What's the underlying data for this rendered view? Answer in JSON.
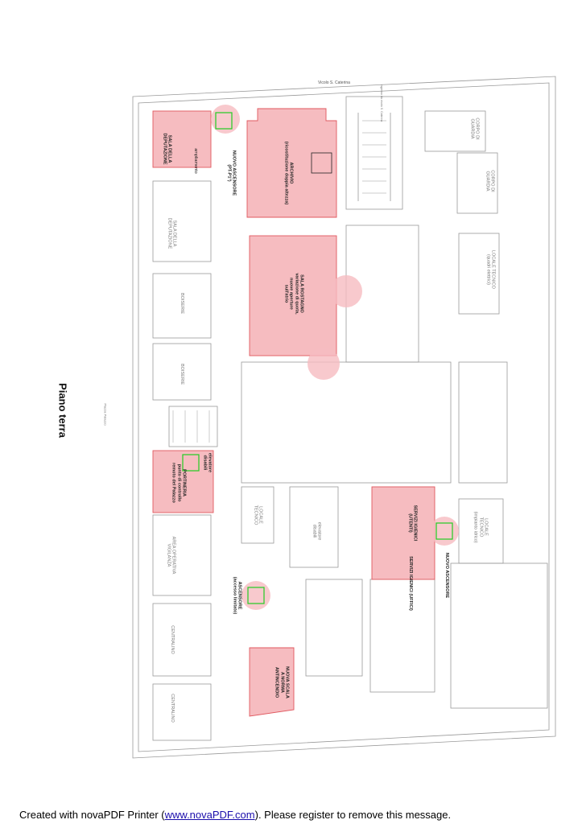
{
  "title": "Piano terra",
  "streets": {
    "top": "Vicolo S. Caterina",
    "left": "Piazza Palazzo",
    "entrance": "Ingresso da vicolo S. Caterina"
  },
  "colors": {
    "intervention_fill": "#f6bcc0",
    "intervention_stroke": "#e0585f",
    "elevator": "#22cc22",
    "wall": "#888888"
  },
  "rooms": {
    "sala_deputazione_1": "SALA DELLA\nDEPUTAZIONE",
    "ampliamento": "ampliamento",
    "nuovo_ascensore_1": "NUOVO ASCENSORE\n(PT-P1°)",
    "archivio": "ARCHIVIO\n(ricostituzione doppia altezza)",
    "sala_deputazione_2": "SALA DELLA\nDEPUTAZIONE",
    "boiserie_1": "BOISERIE",
    "boiserie_2": "BOISERIE",
    "sala_rostagno": "SALA ROSTAGNO\nvariazione di quota,\nnuove aperture\nsull'atrio",
    "corpo_guardia_1": "CORPO DI\nGUARDIA",
    "corpo_guardia_2": "CORPO DI\nGUARDIA",
    "locale_tecnico_quadri": "LOCALE TECNICO\n(quadri elettrici)",
    "elevatore_disabili_1": "elevatore\ndisabili",
    "portineria": "PORTINERIA\npunto di controllo\nremoto del Palazzo",
    "locale_tecnico": "LOCALE\nTECNICO",
    "elevatore_disabili_2": "elevatore\ndisabili",
    "area_vigilanza": "AREA OPERATIVA\nVIGILANZA",
    "ascensore_limitato": "ASCENSORE\n(accesso limitato)",
    "centralino_1": "CENTRALINO",
    "centralino_2": "CENTRALINO",
    "nuova_scala": "NUOVA SCALA\nA NORMA\nANTINCENDIO",
    "servizi_utenti": "SERVIZI IGIENICI\n(UTENTI)",
    "servizi_uffici": "SERVIZI IGIENICI (UFFICI)",
    "nuovo_ascensore_2": "NUOVO ASCENSORE",
    "locale_tecnico_idrico": "LOCALE\nTECNICO\n(impianto idrico)"
  },
  "footer": {
    "prefix": "Created with novaPDF Printer (",
    "link": "www.novaPDF.com",
    "suffix": "). Please register to remove this message."
  }
}
